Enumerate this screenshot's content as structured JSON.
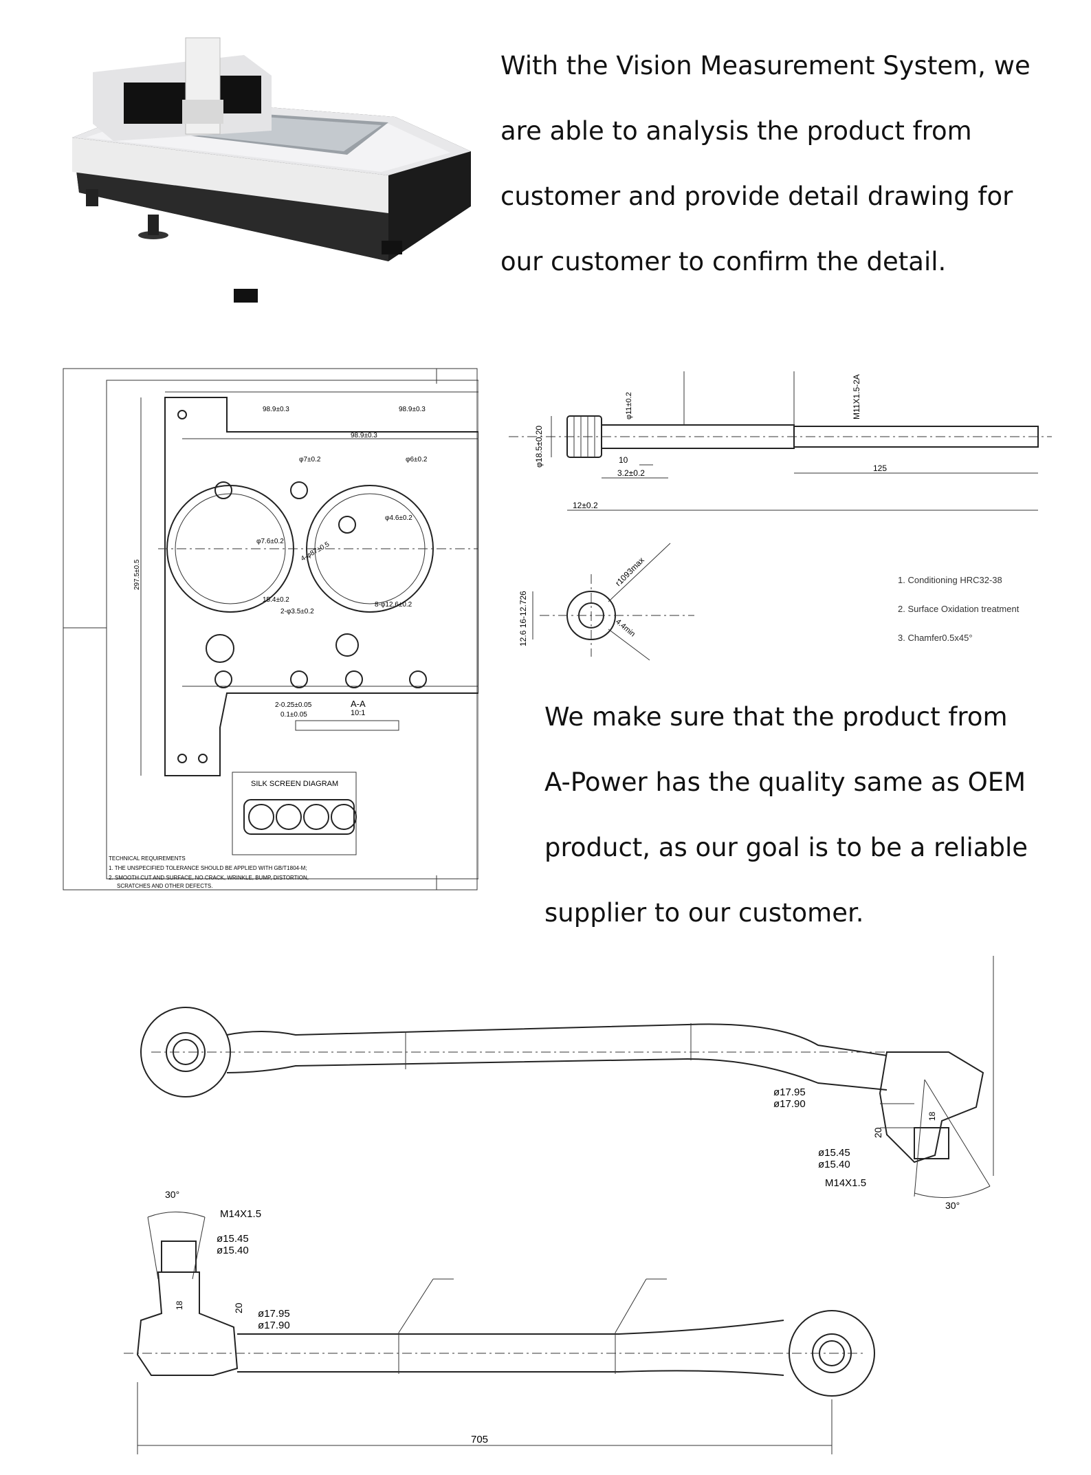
{
  "intro": {
    "lines": [
      "With the Vision Measurement System, we",
      "are able to analysis the product from",
      "customer and provide detail drawing for",
      "our customer to confirm the detail."
    ]
  },
  "quality": {
    "lines": [
      "We make sure that the product from",
      "A-Power has the quality same as OEM",
      "product, as our goal is to be a reliable",
      "supplier to our customer."
    ]
  },
  "gasket_drawing": {
    "dims": [
      "98.9±0.3",
      "98.9±0.3",
      "98.9±0.3",
      "φ7±0.2",
      "φ6±0.2",
      "φ4.6±0.2",
      "φ7.6±0.2",
      "4-φ87±0.5",
      "15.4±0.2",
      "2-φ3.5±0.2",
      "8-φ12.6±0.2",
      "297.5±0.5",
      "2-0.25±0.05",
      "0.1±0.05",
      "A-A",
      "10:1"
    ],
    "inset_title": "SILK SCREEN DIAGRAM",
    "tech_title": "TECHNICAL REQUIREMENTS",
    "tech_lines": [
      "1. THE UNSPECIFIED TOLERANCE SHOULD BE APPLIED WITH GB/T1804-M;",
      "2. SMOOTH CUT AND SURFACE, NO CRACK, WRINKLE, BUMP, DISTORTION,",
      "SCRATCHES AND OTHER DEFECTS."
    ]
  },
  "bolt_drawing": {
    "thread": "M11X1.5-2A",
    "head_dia": "φ18.5±0.20",
    "neck_dia": "φ11±0.2",
    "len_10": "10",
    "len_32": "3.2±0.2",
    "len_12": "12±0.2",
    "len_125": "125",
    "radius": "r1093max",
    "width": "12.6 16-12.726",
    "depth": "4.4min"
  },
  "bolt_notes": [
    "1. Conditioning HRC32-38",
    "2. Surface Oxidation treatment",
    "3. Chamfer0.5x45°"
  ],
  "tierod_drawing": {
    "d1a": "ø17.95",
    "d1b": "ø17.90",
    "d2a": "ø15.45",
    "d2b": "ø15.40",
    "thread": "M14X1.5",
    "angle": "30°",
    "h20": "20",
    "h18": "18",
    "length": "705"
  }
}
